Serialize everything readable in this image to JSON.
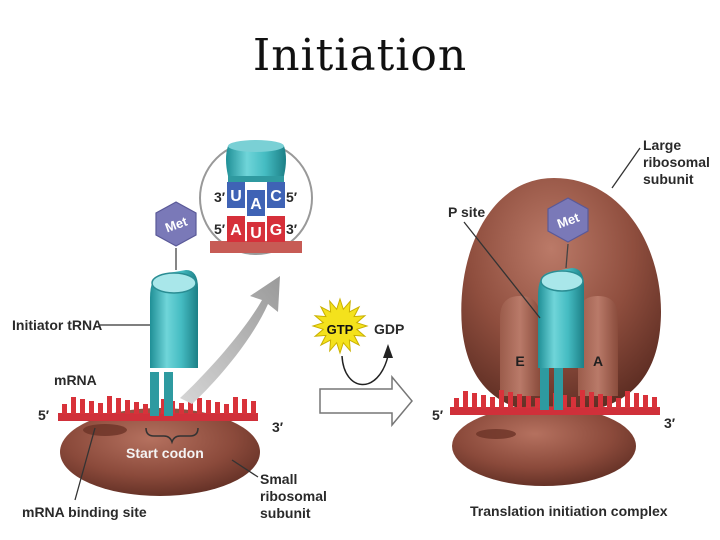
{
  "title": "Initiation",
  "left": {
    "met": "Met",
    "initiator_trna": "Initiator tRNA",
    "mrna": "mRNA",
    "five_prime": "5′",
    "three_prime": "3′",
    "start_codon": "Start codon",
    "mrna_binding_site": "mRNA binding site",
    "small_subunit": [
      "Small",
      "ribosomal",
      "subunit"
    ]
  },
  "inset": {
    "top_left": "3′",
    "top_right": "5′",
    "bottom_left": "5′",
    "bottom_right": "3′",
    "anticodon": [
      "U",
      "A",
      "C"
    ],
    "codon": [
      "A",
      "U",
      "G"
    ]
  },
  "middle": {
    "gtp": "GTP",
    "gdp": "GDP"
  },
  "right": {
    "met": "Met",
    "p_site": "P site",
    "large_subunit": [
      "Large",
      "ribosomal",
      "subunit"
    ],
    "e_site": "E",
    "a_site": "A",
    "five_prime": "5′",
    "three_prime": "3′",
    "complex": "Translation initiation complex"
  },
  "colors": {
    "ribosome": "#8a4a3a",
    "trna": "#3fb8be",
    "mrna": "#d8323a",
    "gtp_star": "#f4e21c",
    "arrow_gray": "#a6a6a6"
  }
}
